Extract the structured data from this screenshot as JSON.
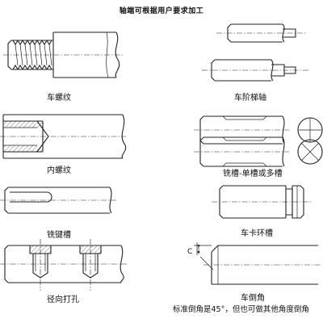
{
  "title": "轴端可根据用户要求加工",
  "labels": {
    "thread": "车螺纹",
    "step_shaft": "车阶梯轴",
    "internal_thread": "内螺纹",
    "slot_milling": "铣槽-单槽或多槽",
    "keyway": "铣键槽",
    "circlip_groove": "车卡环槽",
    "radial_hole": "径向打孔",
    "chamfer": "车倒角",
    "chamfer_dim": "C",
    "chamfer_note": "标准倒角是45°，但也可做其他角度倒角"
  }
}
